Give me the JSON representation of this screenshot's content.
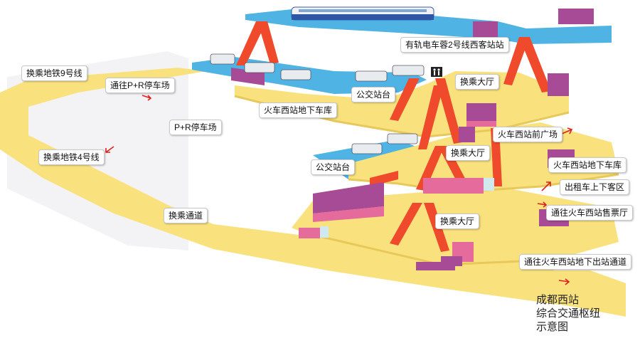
{
  "labels": {
    "tram": "有轨电车蓉2号线西客站站",
    "transfer_hall_top": "换乘大厅",
    "bus_platform_top": "公交站台",
    "garage_top": "火车西站地下车库",
    "front_plaza": "火车西站前广场",
    "transfer_hall_mid": "换乘大厅",
    "bus_platform_mid": "公交站台",
    "garage_mid": "火车西站地下车库",
    "taxi": "出租车上下客区",
    "ticket_hall": "通往火车西站售票厅",
    "transfer_hall_low": "换乘大厅",
    "exit_passage": "通往火车西站地下出站通道",
    "metro9": "换乘地铁9号线",
    "pr_link": "通往P+R停车场",
    "pr_lot": "P+R停车场",
    "metro4": "换乘地铁4号线",
    "passage": "换乘通道"
  },
  "title_lines": [
    "成都西站",
    "综合交通枢纽",
    "示意图"
  ],
  "colors": {
    "deck_yellow": "#f9e27e",
    "deck_blue": "#4fb3e3",
    "support_red": "#ef4a2c",
    "box_purple": "#a74b96",
    "box_pink": "#e46b9c",
    "arrow_red": "#e0201d"
  },
  "icons": [
    "restroom-icon"
  ]
}
